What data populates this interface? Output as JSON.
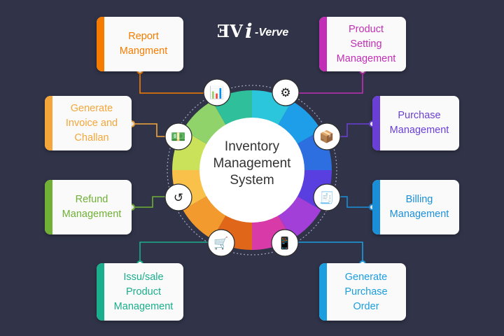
{
  "logo": {
    "mark": "ƎV",
    "i": "i",
    "word": "-Verve"
  },
  "center_title": "Inventory\nManagement\nSystem",
  "modules": [
    {
      "label": "Report\nMangment",
      "color": "#f57c00",
      "icon": "report-icon"
    },
    {
      "label": "Generate\nInvoice and\nChallan",
      "color": "#f4a63a",
      "icon": "invoice-icon"
    },
    {
      "label": "Refund\nManagement",
      "color": "#6fb035",
      "icon": "refund-icon"
    },
    {
      "label": "Issu/sale\nProduct\nManagement",
      "color": "#1aae8c",
      "icon": "issue-product-icon"
    },
    {
      "label": "Product\nSetting\nManagement",
      "color": "#c02fb5",
      "icon": "gear-icon"
    },
    {
      "label": "Purchase\nManagement",
      "color": "#6a3fd6",
      "icon": "box-icon"
    },
    {
      "label": "Billing\nManagement",
      "color": "#1a8fd8",
      "icon": "bill-icon"
    },
    {
      "label": "Generate\nPurchase\nOrder",
      "color": "#1a9ee0",
      "icon": "purchase-order-icon"
    }
  ],
  "ring_colors": [
    "#e0671a",
    "#f29a2e",
    "#f9c04a",
    "#c9e25a",
    "#8fd36a",
    "#2fbf9a",
    "#2bc6dc",
    "#1e9ee8",
    "#2d6fe0",
    "#5a3fe0",
    "#a13fd8",
    "#d83aa8"
  ]
}
